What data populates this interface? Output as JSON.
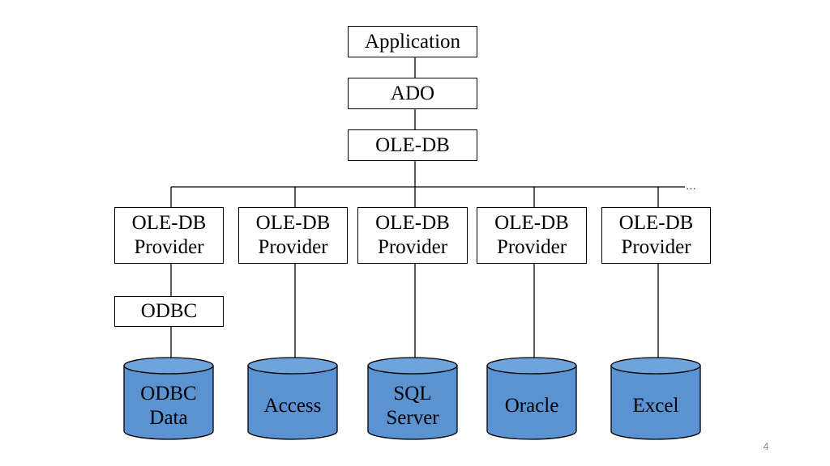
{
  "diagram": {
    "layers": {
      "application": "Application",
      "ado": "ADO",
      "oledb": "OLE-DB",
      "odbc": "ODBC"
    },
    "provider_label": [
      "OLE-DB",
      "Provider"
    ],
    "continuation": "…",
    "databases": [
      {
        "line1": "ODBC",
        "line2": "Data"
      },
      {
        "line1": "Access",
        "line2": ""
      },
      {
        "line1": "SQL",
        "line2": "Server"
      },
      {
        "line1": "Oracle",
        "line2": ""
      },
      {
        "line1": "Excel",
        "line2": ""
      }
    ],
    "colors": {
      "cylinder_fill": "#5b93d2",
      "cylinder_top": "#6fa3dc",
      "stroke": "#000000"
    }
  },
  "slide": {
    "page_number": "4"
  }
}
